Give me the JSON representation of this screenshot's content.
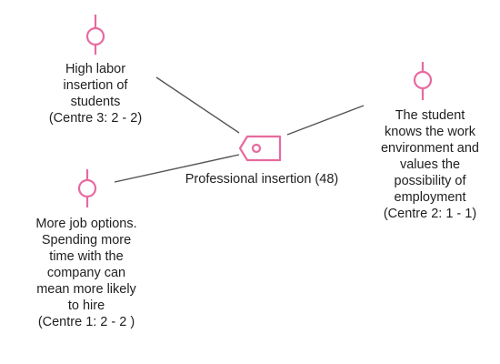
{
  "colors": {
    "accent": "#E76A9F",
    "connector": "#555555",
    "text": "#1f1f1f"
  },
  "hub": {
    "icon": "tag-icon",
    "label": "Professional insertion (48)"
  },
  "nodes": [
    {
      "id": "centre-3",
      "icon": "code-node-icon",
      "label": "High labor\ninsertion of\nstudents\n(Centre 3: 2 - 2)"
    },
    {
      "id": "centre-2",
      "icon": "code-node-icon",
      "label": "The student\nknows the work\nenvironment and\nvalues the\npossibility of\nemployment\n(Centre 2: 1 - 1)"
    },
    {
      "id": "centre-1",
      "icon": "code-node-icon",
      "label": "More job options.\nSpending more\ntime with the\ncompany can\nmean more likely\nto hire\n(Centre 1: 2 - 2 )"
    }
  ]
}
